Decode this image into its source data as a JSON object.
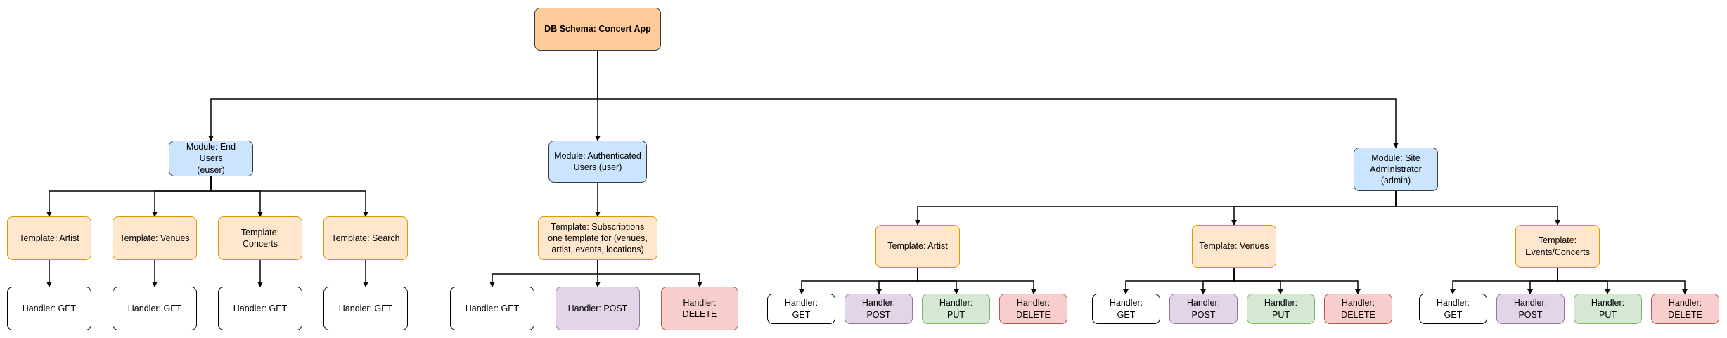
{
  "diagram": {
    "root": "DB Schema: Concert App",
    "modules": {
      "euser": "Module: End Users\n(euser)",
      "user": "Module: Authenticated\nUsers (user)",
      "admin": "Module: Site\nAdministrator (admin)"
    },
    "templates": {
      "euser_artist": "Template: Artist",
      "euser_venues": "Template: Venues",
      "euser_concerts": "Template: Concerts",
      "euser_search": "Template: Search",
      "user_subscriptions": "Template: Subscriptions\none template for (venues,\nartist, events, locations)",
      "admin_artist": "Template: Artist",
      "admin_venues": "Template: Venues",
      "admin_events": "Template:\nEvents/Concerts"
    },
    "handlers": {
      "get": "Handler: GET",
      "post": "Handler: POST",
      "delete": "Handler: DELETE",
      "get_wrapped": "Handler:\nGET",
      "post_wrapped": "Handler:\nPOST",
      "put_wrapped": "Handler:\nPUT",
      "delete_wrapped": "Handler:\nDELETE"
    },
    "colors": {
      "root": "#ffcc99",
      "module": "#cce5ff",
      "template": "#ffe6cc",
      "handler_get": "#ffffff",
      "handler_post": "#e1d5e7",
      "handler_put": "#d5e8d4",
      "handler_delete": "#f8cecc",
      "edge": "#000000"
    }
  }
}
